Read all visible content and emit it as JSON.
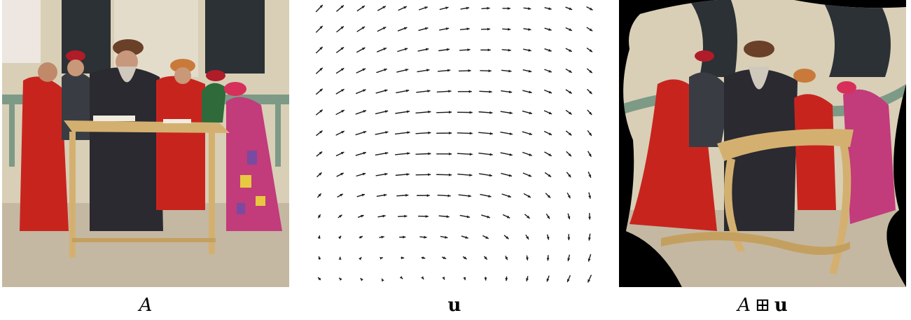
{
  "figure": {
    "panels": [
      {
        "id": "A",
        "caption": "A"
      },
      {
        "id": "u",
        "caption": "u"
      },
      {
        "id": "A-warped",
        "caption_left": "A",
        "caption_operator": "⊞",
        "caption_right": "u"
      }
    ]
  },
  "colors": {
    "wall": "#d8cfb6",
    "window_dark": "#2c3136",
    "railing": "#7d9a86",
    "table_wood": "#d4b070",
    "robe_red": "#c8241e",
    "robe_pink": "#c23b7a",
    "robe_dark": "#2a2a30",
    "ground": "#c4b8a2",
    "cap_red": "#b01c28",
    "fur_cap": "#6a4028",
    "beard": "#cfc8bc",
    "arrow": "#1a1a1a"
  },
  "chart_data": {
    "type": "vector-field",
    "rows": 14,
    "cols": 14,
    "field": "u"
  }
}
